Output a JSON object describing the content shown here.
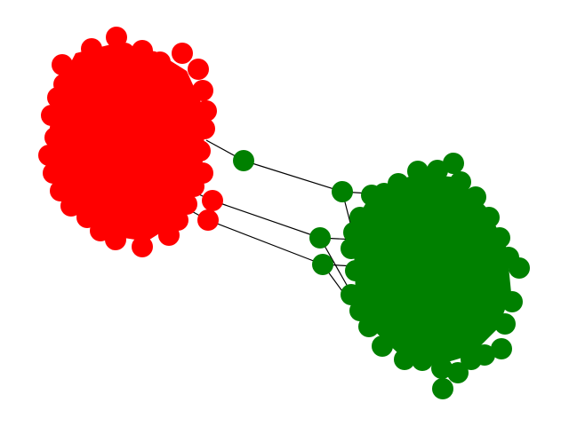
{
  "graph": {
    "type": "network",
    "background": "#ffffff",
    "edge_color": "#000000",
    "communities": [
      {
        "name": "",
        "color": "#ff0000"
      },
      {
        "name": "",
        "color": "#008000"
      }
    ],
    "bridge_edges": [
      {
        "from": "red-cluster",
        "to": "green-bridge-node-1"
      },
      {
        "from": "green-bridge-node-1",
        "to": "green-bridge-node-2"
      },
      {
        "from": "red-bridge-node-1",
        "to": "green-bridge-node-3"
      },
      {
        "from": "red-bridge-node-2",
        "to": "green-bridge-node-4"
      },
      {
        "from": "green-bridge-node-2",
        "to": "green-cluster"
      },
      {
        "from": "green-bridge-node-3",
        "to": "green-cluster"
      },
      {
        "from": "green-bridge-node-4",
        "to": "green-cluster"
      }
    ]
  }
}
